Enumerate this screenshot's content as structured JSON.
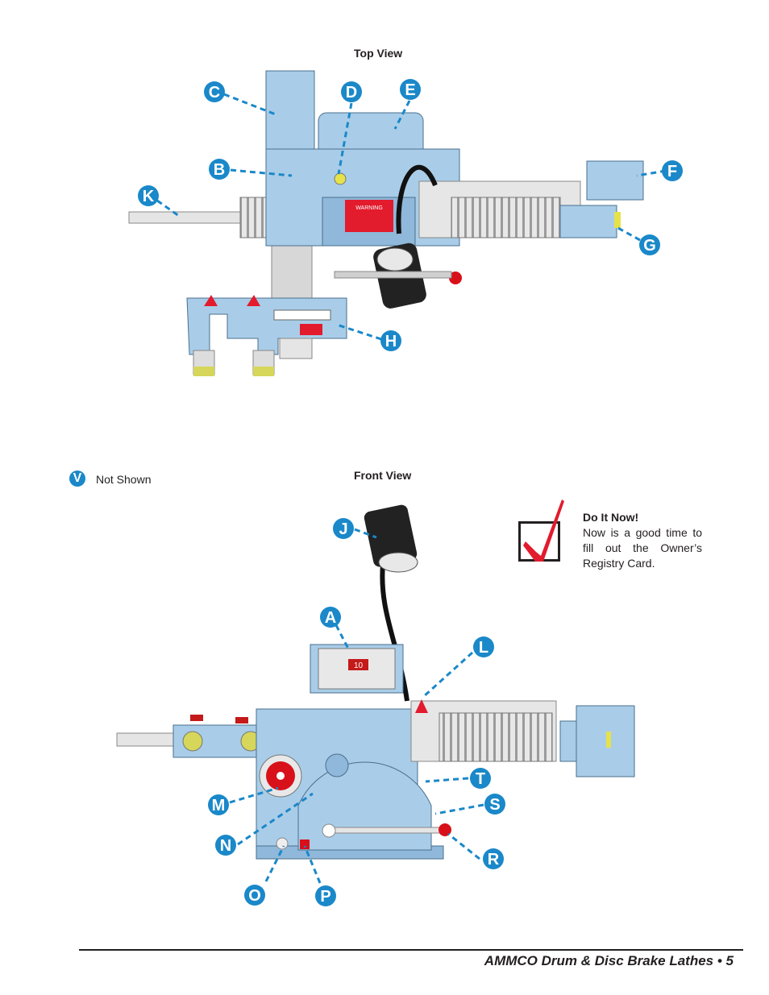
{
  "top_view": {
    "title": "Top View",
    "warning_text": "WARNING"
  },
  "front_view": {
    "title": "Front View",
    "display_value": "10"
  },
  "note": {
    "marker": "V",
    "text": "Not Shown"
  },
  "do_it_now": {
    "title": "Do It Now!",
    "body": "Now is a good time to fill out the Owner’s Registry Card."
  },
  "callouts_top": [
    "C",
    "D",
    "E",
    "B",
    "F",
    "K",
    "G",
    "H"
  ],
  "callouts_front": [
    "J",
    "A",
    "L",
    "T",
    "M",
    "S",
    "N",
    "R",
    "O",
    "P"
  ],
  "footer": {
    "text": "AMMCO Drum & Disc Brake Lathes • 5"
  },
  "colors": {
    "machine_blue": "#a9cde8",
    "callout_blue": "#1a88c9",
    "check_red": "#e21b2d"
  }
}
